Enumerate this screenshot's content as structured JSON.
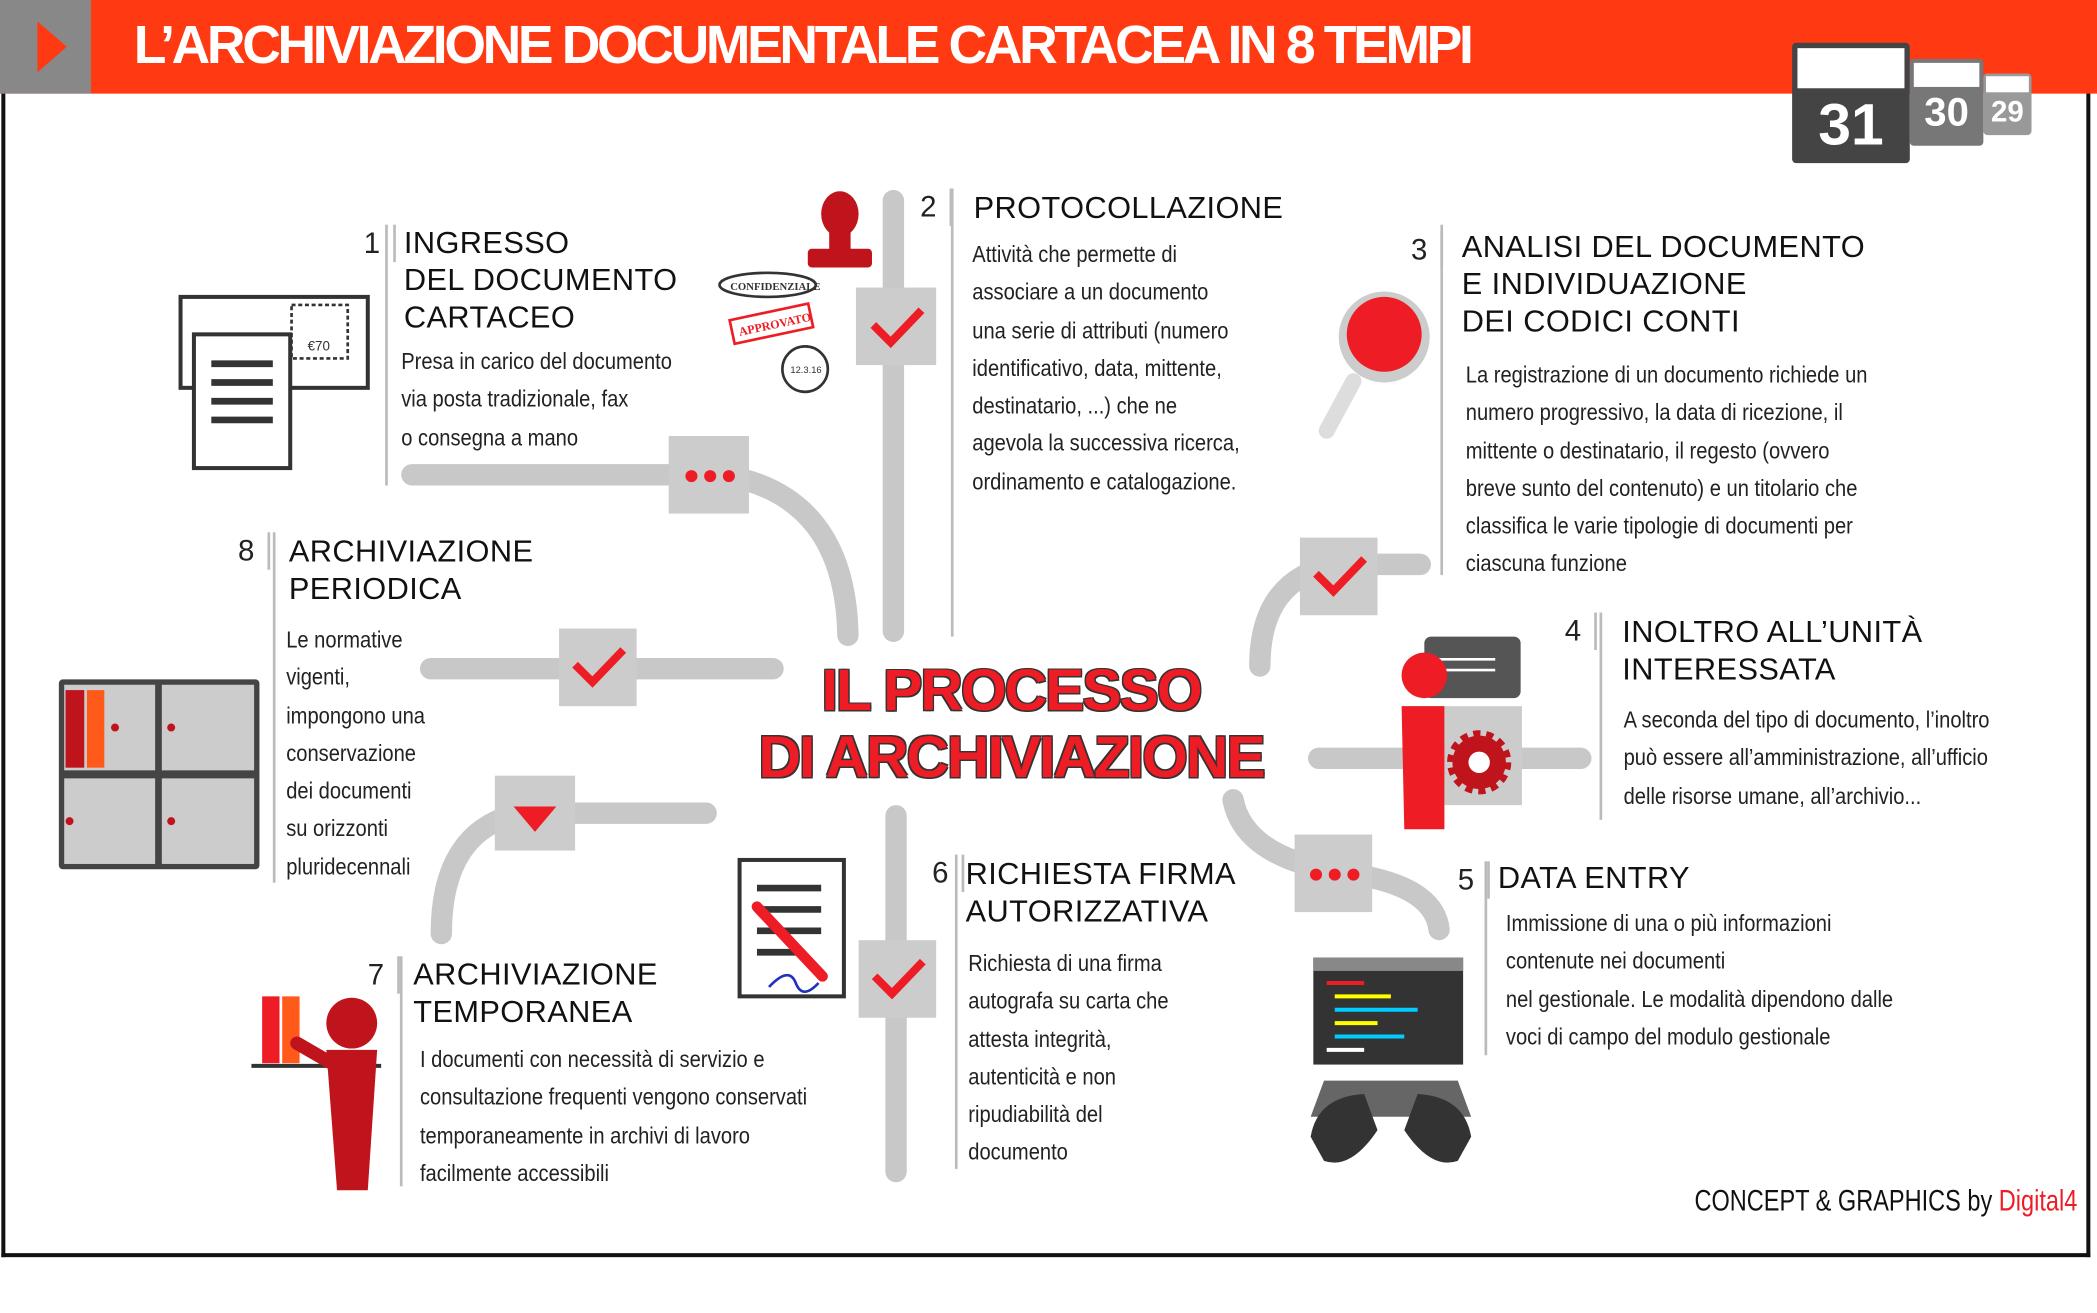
{
  "header": {
    "title": "L’ARCHIVIAZIONE DOCUMENTALE CARTACEA IN 8 TEMPI"
  },
  "calendar": {
    "days": [
      "31",
      "30",
      "29"
    ]
  },
  "center": {
    "line1": "IL PROCESSO",
    "line2": "DI ARCHIVIAZIONE"
  },
  "steps": [
    {
      "num": "1",
      "title": [
        "INGRESSO",
        "DEL DOCUMENTO",
        "CARTACEO"
      ],
      "body": [
        "Presa in carico del documento",
        "via posta tradizionale, fax",
        "o consegna a mano"
      ]
    },
    {
      "num": "2",
      "title": [
        "PROTOCOLLAZIONE"
      ],
      "body": [
        "Attività che permette di",
        "associare a un documento",
        "una serie di attributi (numero",
        "identificativo, data, mittente,",
        "destinatario, ...) che ne",
        "agevola la successiva ricerca,",
        "ordinamento e catalogazione."
      ]
    },
    {
      "num": "3",
      "title": [
        "ANALISI DEL DOCUMENTO",
        "E INDIVIDUAZIONE",
        "DEI CODICI CONTI"
      ],
      "body": [
        "La registrazione di un documento richiede un",
        "numero progressivo, la data di ricezione, il",
        "mittente o destinatario, il regesto (ovvero",
        "breve sunto del contenuto) e un titolario che",
        "classifica le varie tipologie di documenti per",
        "ciascuna funzione"
      ]
    },
    {
      "num": "4",
      "title": [
        "INOLTRO ALL’UNITÀ",
        "INTERESSATA"
      ],
      "body": [
        "A seconda del tipo di documento, l’inoltro",
        "può essere all’amministrazione,  all’ufficio",
        "delle risorse umane, all’archivio..."
      ]
    },
    {
      "num": "5",
      "title": [
        "DATA ENTRY"
      ],
      "body": [
        "Immissione di una o più informazioni",
        "contenute nei documenti",
        "nel gestionale. Le modalità dipendono dalle",
        "voci di campo del modulo gestionale"
      ]
    },
    {
      "num": "6",
      "title": [
        "RICHIESTA FIRMA",
        "AUTORIZZATIVA"
      ],
      "body": [
        "Richiesta di una firma",
        "autografa su carta che",
        "attesta integrità,",
        "autenticità e non",
        "ripudiabilità del",
        "documento"
      ]
    },
    {
      "num": "7",
      "title": [
        "ARCHIVIAZIONE",
        "TEMPORANEA"
      ],
      "body": [
        "I documenti con necessità di servizio e",
        "consultazione frequenti vengono conservati",
        "temporaneamente in archivi di lavoro",
        "facilmente accessibili"
      ]
    },
    {
      "num": "8",
      "title": [
        "ARCHIVIAZIONE",
        "PERIODICA"
      ],
      "body": [
        "Le normative",
        "vigenti,",
        "impongono una",
        "conservazione",
        "dei documenti",
        "su orizzonti",
        "pluridecennali"
      ]
    }
  ],
  "stamps": {
    "confidential": "CONFIDENZIALE",
    "approved": "APPROVATO",
    "postmark": "12.3.16",
    "stamp_value": "€70"
  },
  "credit": {
    "prefix": "CONCEPT & GRAPHICS by ",
    "brand": "Digital4"
  },
  "colors": {
    "accent": "#ee1c25",
    "banner": "#ff3a12",
    "connector": "#c8c8c8",
    "dark": "#3c3c3c"
  }
}
